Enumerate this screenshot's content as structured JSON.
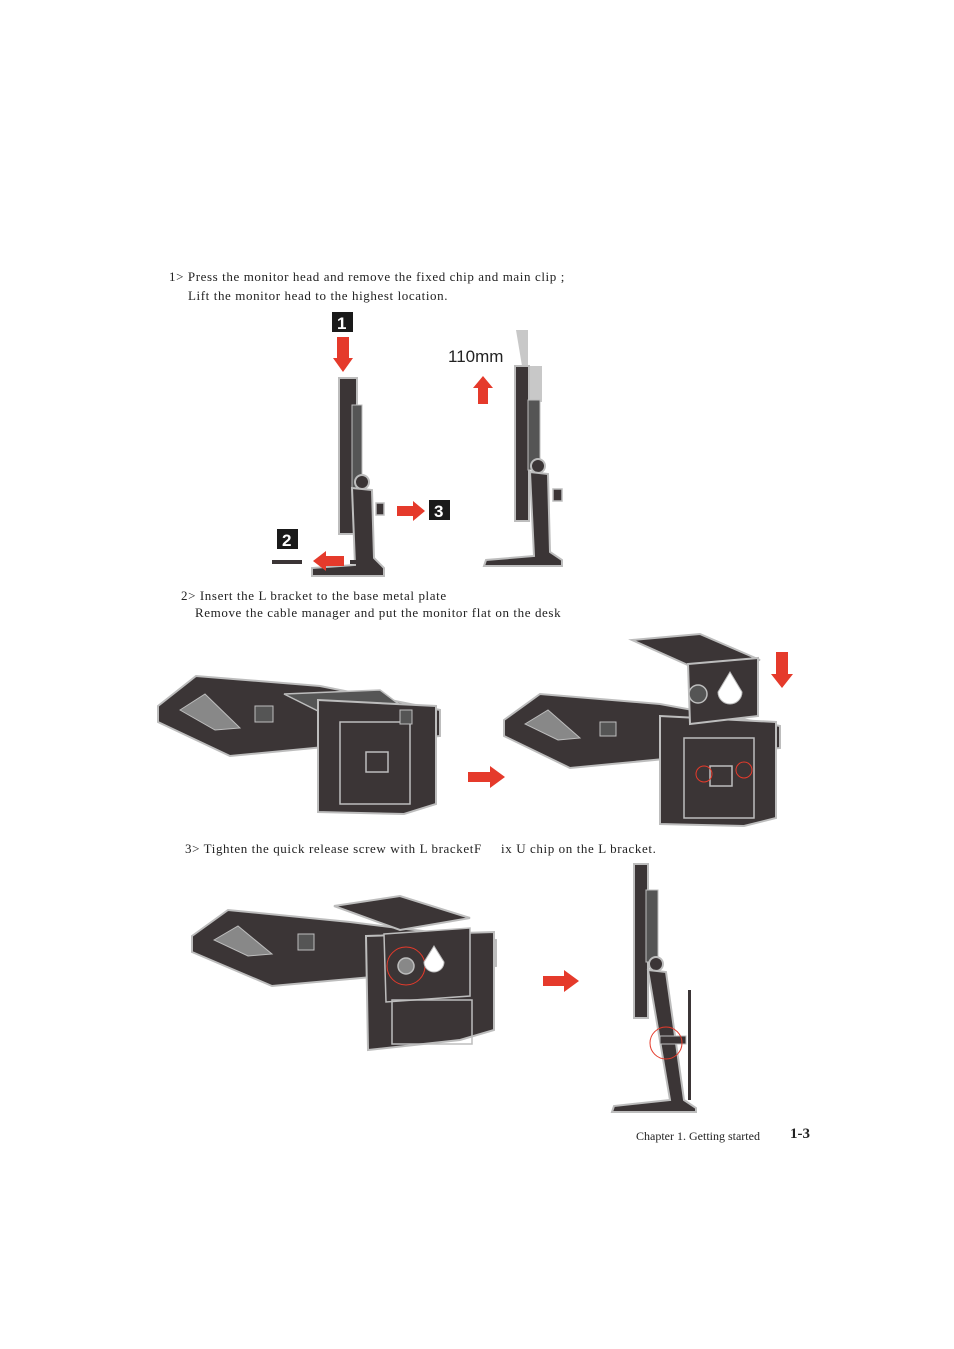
{
  "steps": [
    {
      "line1": "1> Press the monitor head and remove the fixed chip and main clip ;",
      "line2": "Lift the monitor head to the highest location."
    },
    {
      "line1": "2> Insert the L bracket to the base metal plate",
      "line2": "Remove the cable manager and put the monitor flat on the desk"
    },
    {
      "line1": "3> Tighten the quick release screw with L bracketF     ix U chip on the L bracket."
    }
  ],
  "figure1": {
    "badge1": "1",
    "badge2": "2",
    "badge3": "3",
    "height_label": "110mm"
  },
  "footer": {
    "chapter": "Chapter 1. Getting started",
    "page": "1-3"
  },
  "colors": {
    "arrow": "#e53a2b",
    "device": "#3b3536",
    "outline": "#bdbdbd",
    "badge": "#1a1a1a",
    "extension": "#c8c8c8"
  }
}
